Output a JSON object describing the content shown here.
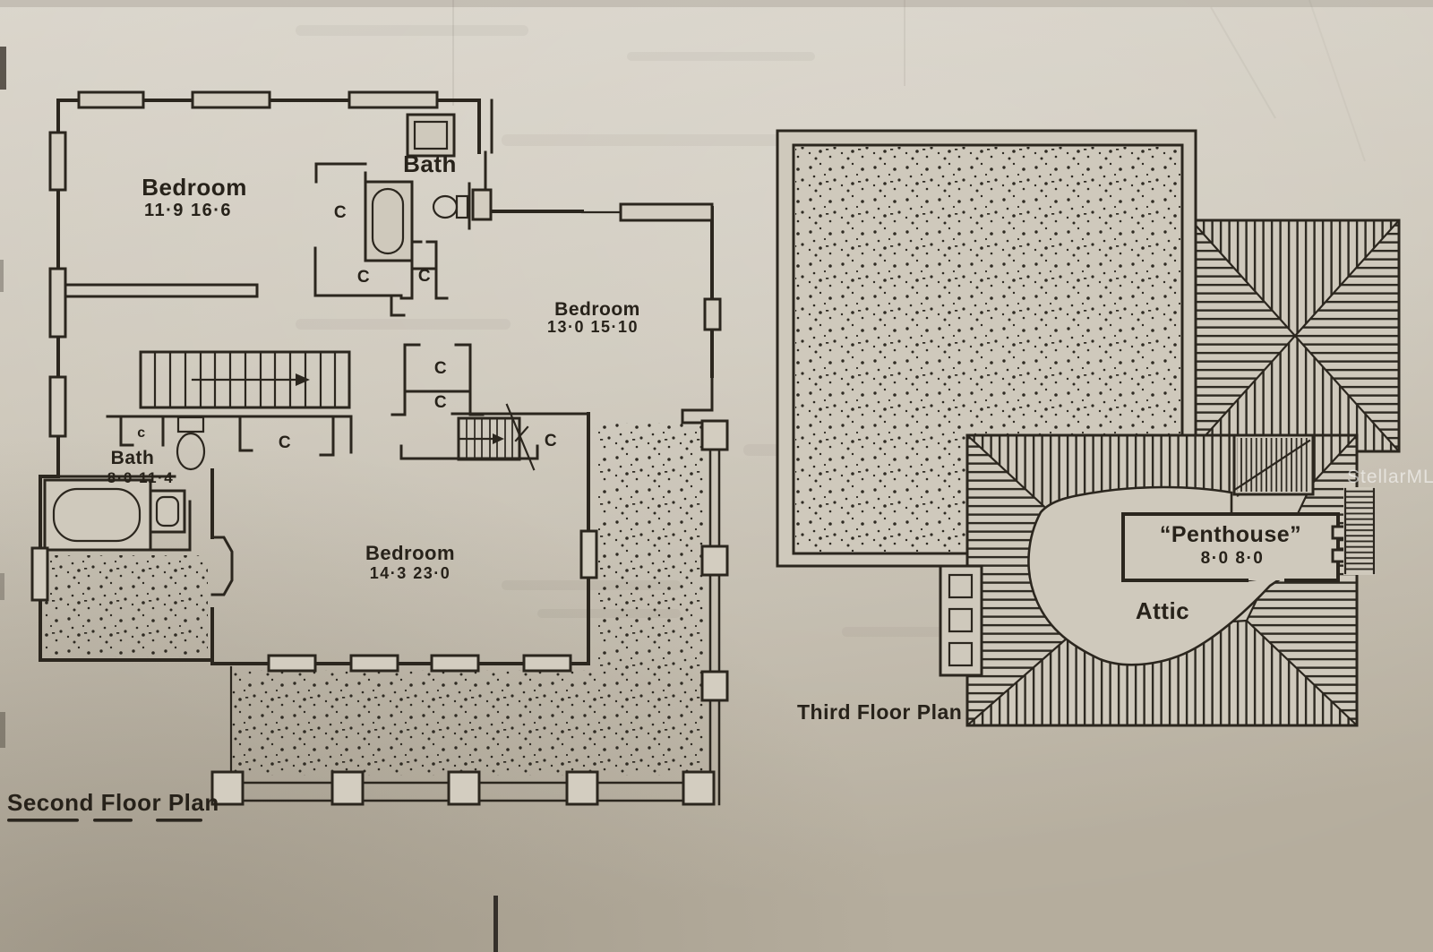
{
  "watermark": "StellarMLS",
  "second_floor": {
    "title": "Second Floor Plan",
    "closet_label": "C",
    "closet_label_small": "c",
    "bedroom1": {
      "name": "Bedroom",
      "dims": "11·9  16·6"
    },
    "bath_upper": {
      "name": "Bath"
    },
    "bedroom2": {
      "name": "Bedroom",
      "dims": "13·0  15·10"
    },
    "bath_lower": {
      "name": "Bath",
      "dims": "8·0  11·4"
    },
    "bedroom3": {
      "name": "Bedroom",
      "dims": "14·3  23·0"
    }
  },
  "third_floor": {
    "title": "Third Floor Plan",
    "penthouse": {
      "name": "“Penthouse”",
      "dims": "8·0  8·0"
    },
    "attic": {
      "name": "Attic"
    }
  }
}
